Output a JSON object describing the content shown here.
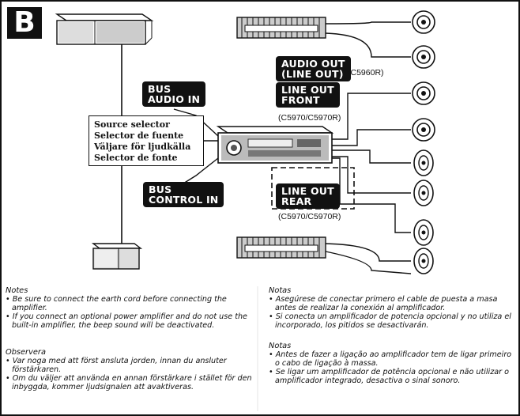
{
  "badge": "B",
  "labels": {
    "bus_audio_in": "BUS\nAUDIO IN",
    "bus_control_in": "BUS\nCONTROL IN",
    "audio_out": "AUDIO OUT\n(LINE OUT)",
    "line_out_front": "LINE OUT\nFRONT",
    "line_out_rear": "LINE OUT\nREAR"
  },
  "models": {
    "audio_out_model": "(C5960R)",
    "front_model": "(C5970/C5970R)",
    "rear_model": "(C5970/C5970R)"
  },
  "selector": [
    "Source selector",
    "Selector de fuente",
    "Väljare för ljudkälla",
    "Selector de fonte"
  ],
  "notes_en": {
    "heading": "Notes",
    "items": [
      "• Be sure to connect the earth cord before connecting the amplifier.",
      "• If you connect an optional power amplifier and do not use the built-in amplifier, the beep sound will be deactivated."
    ]
  },
  "notes_sv": {
    "heading": "Observera",
    "items": [
      "• Var noga med att först ansluta jorden, innan du ansluter förstärkaren.",
      "• Om du väljer att använda en annan förstärkare i stället för den inbyggda, kommer ljudsignalen att avaktiveras."
    ]
  },
  "notes_es": {
    "heading": "Notas",
    "items": [
      "• Asegúrese de conectar primero el cable de puesta a masa antes de realizar la conexión al amplificador.",
      "• Si conecta un amplificador de potencia opcional y no utiliza el incorporado, los pitidos se desactivarán."
    ]
  },
  "notes_pt": {
    "heading": "Notas",
    "items": [
      "• Antes de fazer a ligação ao amplificador tem de ligar primeiro o cabo de ligação à massa.",
      "• Se ligar um amplificador de potência opcional e não utilizar o amplificador integrado, desactiva o sinal sonoro."
    ]
  }
}
